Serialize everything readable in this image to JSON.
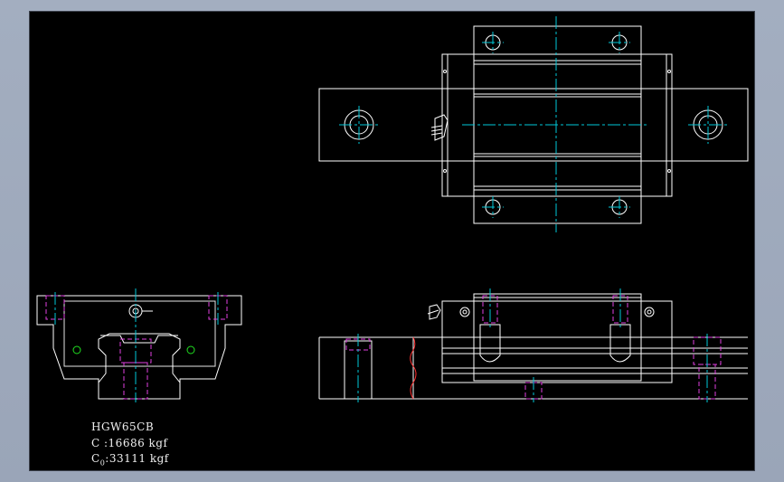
{
  "model": "HGW65CB",
  "dynamic_load": {
    "symbol": "C",
    "value": "16686 kgf"
  },
  "static_load": {
    "symbol": "C",
    "subscript": "0",
    "value": "33111 kgf"
  },
  "colors": {
    "background": "#000000",
    "frame": "#9aa5b8",
    "outline": "#ffffff",
    "centerline": "#00c8d8",
    "hidden": "#e040e0",
    "section": "#ff3030",
    "hole_marker": "#20e020"
  }
}
